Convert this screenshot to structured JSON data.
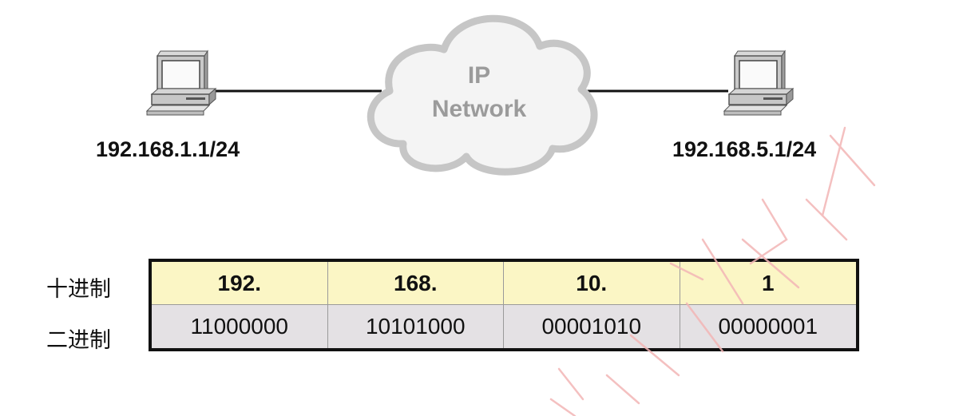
{
  "hosts": {
    "left": {
      "ip": "192.168.1.1/24",
      "icon": "computer-icon"
    },
    "right": {
      "ip": "192.168.5.1/24",
      "icon": "computer-icon"
    }
  },
  "cloud": {
    "line1": "IP",
    "line2": "Network"
  },
  "table": {
    "row_labels": {
      "decimal": "十进制",
      "binary": "二进制"
    },
    "decimal": [
      "192.",
      "168.",
      "10.",
      "1"
    ],
    "binary": [
      "11000000",
      "10101000",
      "00001010",
      "00000001"
    ]
  },
  "colors": {
    "decimal_row": "#fbf6c5",
    "binary_row": "#e4e1e4",
    "cloud_fill": "#f4f4f4",
    "cloud_stroke": "#c6c6c6",
    "watermark": "#f3b6b6"
  }
}
